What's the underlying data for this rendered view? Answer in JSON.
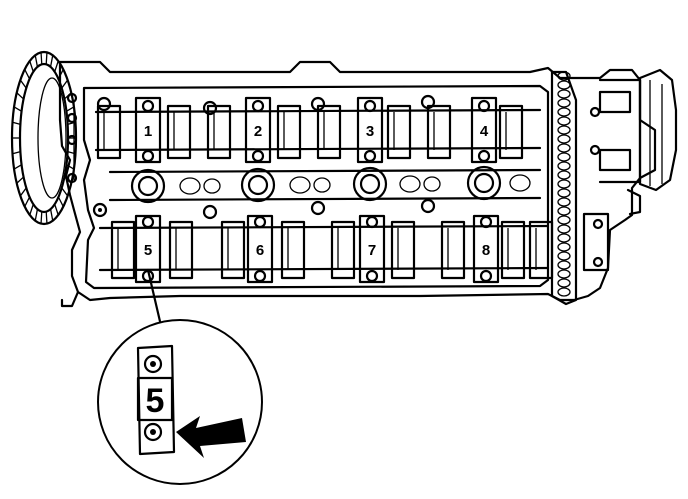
{
  "diagram": {
    "bearing_caps": {
      "intake_row": [
        "1",
        "2",
        "3",
        "4"
      ],
      "exhaust_row": [
        "5",
        "6",
        "7",
        "8"
      ]
    },
    "detail_callout": {
      "cap_number": "5"
    },
    "colors": {
      "ink": "#000000",
      "paper": "#ffffff"
    },
    "icons": {
      "arrow": "arrow-pointer-icon",
      "bolt": "bolt-icon",
      "gear": "sprocket-icon"
    }
  }
}
